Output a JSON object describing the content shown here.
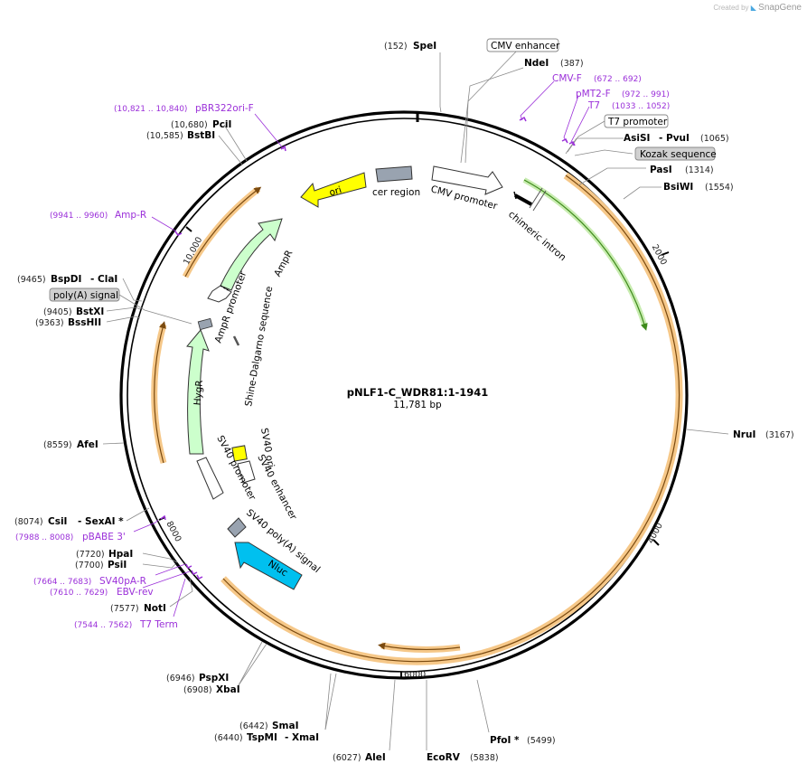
{
  "credit": {
    "prefix": "Created by",
    "brand": "SnapGene"
  },
  "plasmid": {
    "name": "pNLF1-C_WDR81:1-1941",
    "size_label": "11,781 bp"
  },
  "ruler_labels": [
    "2000",
    "4000",
    "6000",
    "8000",
    "10,000"
  ],
  "sites": [
    {
      "name": "SpeI",
      "pos": "(152)"
    },
    {
      "name": "NdeI",
      "pos": "(387)"
    },
    {
      "name": "AsiSI",
      "suffix": "- PvuI",
      "pos": "(1065)"
    },
    {
      "name": "PasI",
      "pos": "(1314)"
    },
    {
      "name": "BsiWI",
      "pos": "(1554)"
    },
    {
      "name": "NruI",
      "pos": "(3167)"
    },
    {
      "name": "PfoI *",
      "pos": "(5499)"
    },
    {
      "name": "EcoRV",
      "pos": "(5838)"
    },
    {
      "name": "AleI",
      "pos": "(6027)"
    },
    {
      "name": "SmaI",
      "pos": "(6442)"
    },
    {
      "name": "TspMI",
      "suffix": "- XmaI",
      "pos": "(6440)"
    },
    {
      "name": "PspXI",
      "pos": "(6946)"
    },
    {
      "name": "XbaI",
      "pos": "(6908)"
    },
    {
      "name": "NotI",
      "pos": "(7577)"
    },
    {
      "name": "HpaI",
      "pos": "(7720)"
    },
    {
      "name": "PsiI",
      "pos": "(7700)"
    },
    {
      "name": "CsiI",
      "suffix": "- SexAI *",
      "pos": "(8074)"
    },
    {
      "name": "AfeI",
      "pos": "(8559)"
    },
    {
      "name": "BssHII",
      "pos": "(9363)"
    },
    {
      "name": "BstXI",
      "pos": "(9405)"
    },
    {
      "name": "BspDI",
      "suffix": "- ClaI",
      "pos": "(9465)"
    },
    {
      "name": "BstBI",
      "pos": "(10,585)"
    },
    {
      "name": "PciI",
      "pos": "(10,680)"
    }
  ],
  "primers": [
    {
      "name": "CMV-F",
      "pos": "(672 .. 692)"
    },
    {
      "name": "pMT2-F",
      "pos": "(972 .. 991)"
    },
    {
      "name": "T7",
      "pos": "(1033 .. 1052)"
    },
    {
      "name": "pBABE 3'",
      "pos": "(7988 .. 8008)"
    },
    {
      "name": "SV40pA-R",
      "pos": "(7664 .. 7683)"
    },
    {
      "name": "EBV-rev",
      "pos": "(7610 .. 7629)"
    },
    {
      "name": "T7 Term",
      "pos": "(7544 .. 7562)"
    },
    {
      "name": "Amp-R",
      "pos": "(9941 .. 9960)"
    },
    {
      "name": "pBR322ori-F",
      "pos": "(10,821 .. 10,840)"
    }
  ],
  "boxed_labels": [
    {
      "name": "CMV enhancer",
      "style": "white"
    },
    {
      "name": "T7 promoter",
      "style": "white"
    },
    {
      "name": "Kozak sequence",
      "style": "gray"
    },
    {
      "name": "poly(A) signal",
      "style": "gray"
    }
  ],
  "features": [
    {
      "name": "ori",
      "color": "#ffff00"
    },
    {
      "name": "cer region",
      "color": "#99a3b0"
    },
    {
      "name": "CMV promoter",
      "color": "#ffffff"
    },
    {
      "name": "chimeric intron",
      "color": "#000000"
    },
    {
      "name": "AmpR",
      "color": "#ccffcc"
    },
    {
      "name": "AmpR promoter",
      "color": "#ffffff"
    },
    {
      "name": "Shine-Dalgarno sequence",
      "color": "#555555"
    },
    {
      "name": "HygR",
      "color": "#ccffcc"
    },
    {
      "name": "SV40 ori",
      "color": "#ffff00"
    },
    {
      "name": "SV40 enhancer",
      "color": "#ffffff"
    },
    {
      "name": "SV40 promoter",
      "color": "#ffffff"
    },
    {
      "name": "SV40 poly(A) signal",
      "color": "#99a3b0"
    },
    {
      "name": "Nluc",
      "color": "#00c0ef"
    }
  ],
  "colors": {
    "orf_highlight": "#f6c889",
    "orf_line": "#7a4a10",
    "insert_green": "#88d060"
  }
}
